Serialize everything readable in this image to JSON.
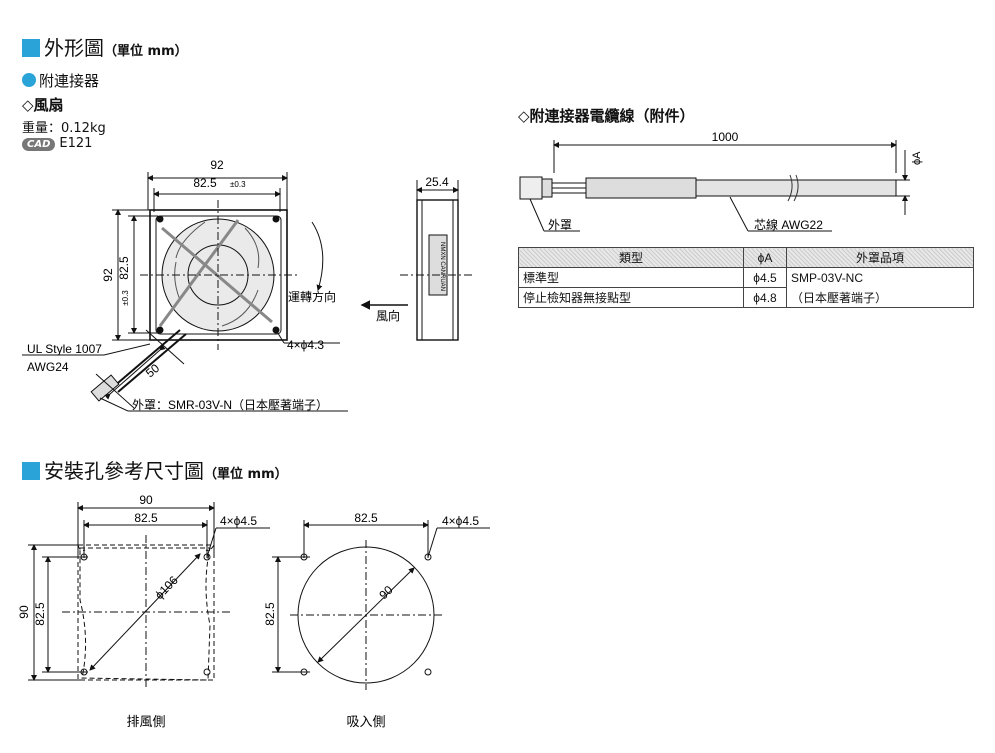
{
  "section1": {
    "title": "外形圖",
    "unit": "（單位 mm）"
  },
  "connector_heading": "附連接器",
  "fan_heading": "◇風扇",
  "weight": "重量：0.12kg",
  "cad_badge": "CAD",
  "cad_code": "E121",
  "cable_heading": "◇附連接器電纜線（附件）",
  "fan_drawing": {
    "dim_92_top": "92",
    "dim_825_top": "82.5",
    "tol_top": "±0.3",
    "dim_92_left": "92",
    "dim_825_left": "82.5",
    "tol_left": "±0.3",
    "rotation": "運轉方向",
    "airflow": "風向",
    "holes": "4×ϕ4.3",
    "wire1": "UL Style 1007",
    "wire2": "AWG24",
    "wire_len": "50",
    "housing": "外罩：SMR-03V-N（日本壓著端子）",
    "side_width": "25.4",
    "label_text": "NMXN  CANRUAN"
  },
  "cable": {
    "length": "1000",
    "phiA": "ϕA",
    "housing_label": "外罩",
    "core_label": "芯線  AWG22"
  },
  "table": {
    "headers": [
      "類型",
      "ϕA",
      "外罩品項"
    ],
    "rows": [
      {
        "type": "標準型",
        "phi": "ϕ4.5",
        "part": "SMP-03V-NC"
      },
      {
        "type": "停止檢知器無接點型",
        "phi": "ϕ4.8",
        "part": "（日本壓著端子）"
      }
    ]
  },
  "section2": {
    "title": "安裝孔參考尺寸圖",
    "unit": "（單位 mm）"
  },
  "mount": {
    "ex_dim90_top": "90",
    "ex_dim825_top": "82.5",
    "ex_holes": "4×ϕ4.5",
    "ex_dim90_left": "90",
    "ex_dim825_left": "82.5",
    "ex_dia": "ϕ106",
    "exhaust_label": "排風側",
    "in_dim825_top": "82.5",
    "in_holes": "4×ϕ4.5",
    "in_dim825_left": "82.5",
    "in_dia": "90",
    "intake_label": "吸入側"
  }
}
